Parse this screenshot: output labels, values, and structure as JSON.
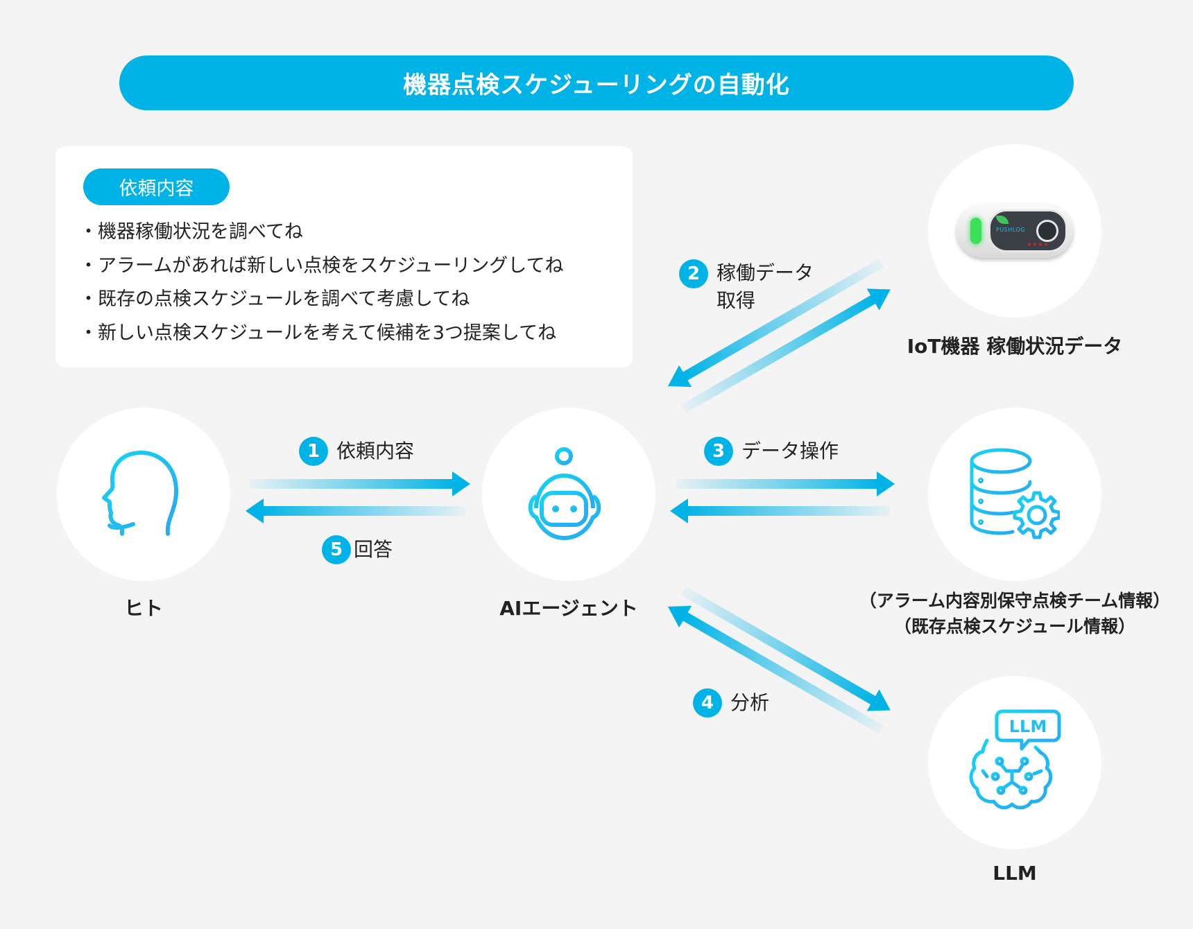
{
  "header": {
    "title": "機器点検スケジューリングの自動化"
  },
  "request": {
    "pill_label": "依頼内容",
    "items": [
      "・機器稼働状況を調べてね",
      "・アラームがあれば新しい点検をスケジューリングしてね",
      "・既存の点検スケジュールを調べて考慮してね",
      "・新しい点検スケジュールを考えて候補を3つ提案してね"
    ]
  },
  "nodes": {
    "human": {
      "label": "ヒト",
      "icon": "human-head-icon"
    },
    "agent": {
      "label": "AIエージェント",
      "icon": "robot-icon"
    },
    "iot": {
      "label": "IoT機器 稼働状況データ",
      "icon": "iot-device-icon",
      "device_brand": "PUSHLOG"
    },
    "database": {
      "label_lines": [
        "（アラーム内容別保守点検チーム情報）",
        "（既存点検スケジュール情報）"
      ],
      "icon": "database-gear-icon"
    },
    "llm": {
      "label": "LLM",
      "icon": "llm-brain-icon",
      "bubble_text": "LLM"
    }
  },
  "steps": [
    {
      "number": "1",
      "label": "依頼内容"
    },
    {
      "number": "2",
      "label_lines": [
        "稼働データ",
        "取得"
      ]
    },
    {
      "number": "3",
      "label": "データ操作"
    },
    {
      "number": "4",
      "label": "分析"
    },
    {
      "number": "5",
      "label": "回答"
    }
  ],
  "colors": {
    "accent": "#00b3e6",
    "icon_gradient_start": "#14d4f4",
    "icon_gradient_end": "#2aa8f0",
    "background": "#f4f4f4"
  }
}
